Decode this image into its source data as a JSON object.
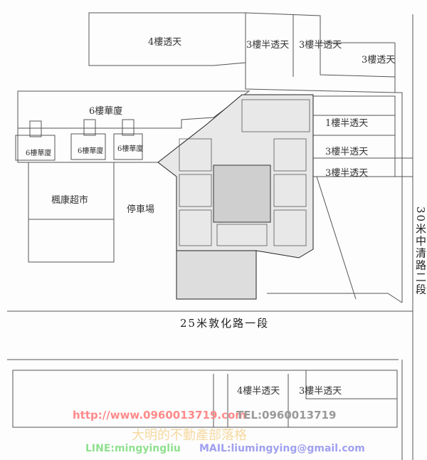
{
  "labels": {
    "top_4f": "4樓透天",
    "top_35f_a": "3樓半透天",
    "top_35f_b": "3樓半透天",
    "top_3f": "3樓透天",
    "left_6f_main": "6樓華廈",
    "left_6f_a": "6樓華廈",
    "left_6f_b": "6樓華廈",
    "left_6f_c": "6樓華廈",
    "right_15f": "1樓半透天",
    "right_35f_a": "3樓半透天",
    "right_35f_b": "3樓半透天",
    "supermarket": "楓康超市",
    "parking": "停車場",
    "bottom_45f": "4樓半透天",
    "bottom_35f": "3樓半透天"
  },
  "roads": {
    "south": "25米敦化路一段",
    "east": "30米中清路二段"
  },
  "watermark": {
    "url": "http://www.0960013719.com",
    "tel": "TEL:0960013719",
    "blog": "大明的不動產部落格",
    "line": "LINE:mingyingliu",
    "mail": "MAIL:liumingying@gmail.com"
  },
  "colors": {
    "url": "#ff8a8a",
    "tel": "#999999",
    "blog": "#f5d9a0",
    "line": "#8fe08f",
    "mail": "#a0a0f0"
  }
}
